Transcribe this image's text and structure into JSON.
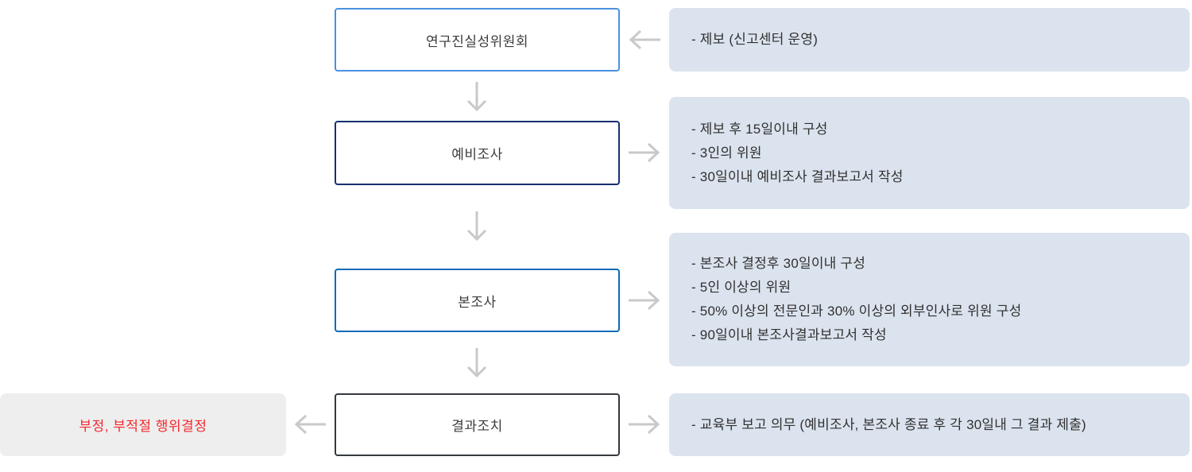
{
  "diagram": {
    "type": "process-flowchart",
    "steps": [
      {
        "label": "연구진실성위원회",
        "border_color": "#4a90e2",
        "note_arrow_direction": "left",
        "notes": [
          "- 제보 (신고센터 운영)"
        ]
      },
      {
        "label": "예비조사",
        "border_color": "#16306e",
        "note_arrow_direction": "right",
        "notes": [
          "- 제보 후 15일이내 구성",
          "- 3인의 위원",
          "- 30일이내 예비조사 결과보고서 작성"
        ]
      },
      {
        "label": "본조사",
        "border_color": "#0d6bb5",
        "note_arrow_direction": "right",
        "notes": [
          "- 본조사 결정후 30일이내 구성",
          "- 5인 이상의 위원",
          "- 50% 이상의 전문인과 30% 이상의 외부인사로 위원 구성",
          "- 90일이내 본조사결과보고서 작성"
        ]
      },
      {
        "label": "결과조치",
        "border_color": "#35393d",
        "note_arrow_direction": "right",
        "notes": [
          "- 교육부 보고 의무 (예비조사, 본조사 종료 후 각 30일내 그 결과 제출)"
        ]
      }
    ],
    "result": {
      "label": "부정, 부적절 행위결정",
      "text_color": "#f5282d",
      "background": "#eeeeee"
    },
    "colors": {
      "info_box_background": "#dbe3ee",
      "arrow": "#c9c9c9",
      "body_text": "#303030",
      "page_background": "#ffffff"
    },
    "icons": {
      "down_arrow": "arrow-down-icon",
      "left_arrow": "arrow-left-icon",
      "right_arrow": "arrow-right-icon"
    }
  }
}
